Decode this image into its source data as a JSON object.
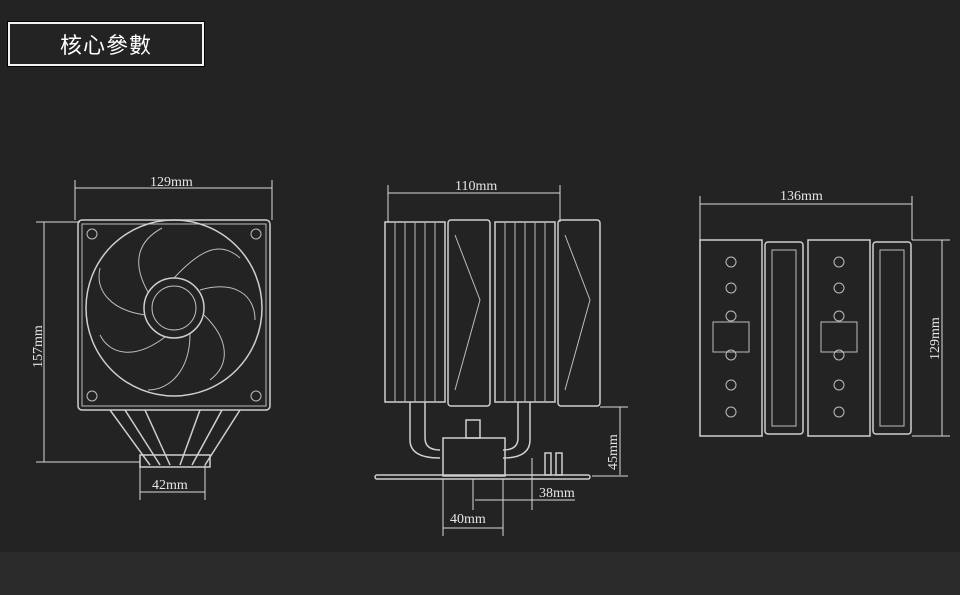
{
  "title": "核心參數",
  "front_view": {
    "width": "129mm",
    "height": "157mm",
    "base_width": "42mm"
  },
  "side_view": {
    "depth": "110mm",
    "base_height": "45mm",
    "offset": "38mm",
    "base_width": "40mm"
  },
  "top_view": {
    "width": "136mm",
    "length": "129mm"
  }
}
